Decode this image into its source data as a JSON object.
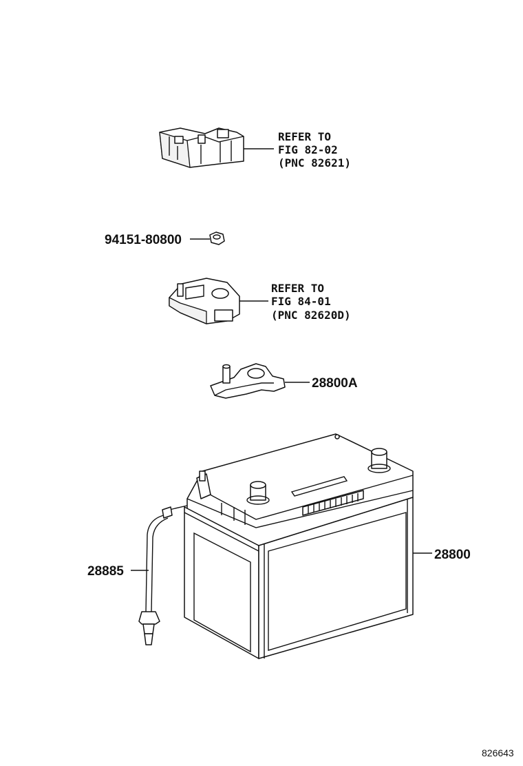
{
  "callouts": {
    "terminal_cover_top": {
      "line1": "REFER TO",
      "line2": "FIG 82-02",
      "line3": "(PNC 82621)"
    },
    "nut": {
      "part_no": "94151-80800"
    },
    "terminal_cover_bottom": {
      "line1": "REFER TO",
      "line2": "FIG 84-01",
      "line3": "(PNC 82620D)"
    },
    "clamp": {
      "part_no": "28800A"
    },
    "hose": {
      "part_no": "28885"
    },
    "battery": {
      "part_no": "28800"
    }
  },
  "illustration_id": "826643"
}
